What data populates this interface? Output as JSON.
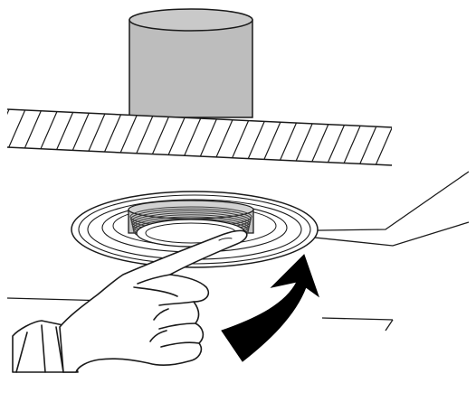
{
  "illustration": {
    "colors": {
      "background": "#ffffff",
      "stroke": "#1a1a1a",
      "cylinder_fill": "#bdbdbd",
      "cylinder_top": "#c9c9c9",
      "threads": "#4a4a4a",
      "arrow_fill": "#000000",
      "skin_fill": "#ffffff"
    },
    "parts": [
      "hood-duct-cylinder",
      "ceiling-section-hatched",
      "mounting-ring-flange",
      "threaded-collar",
      "pointing-hand",
      "rotation-arrow"
    ]
  }
}
